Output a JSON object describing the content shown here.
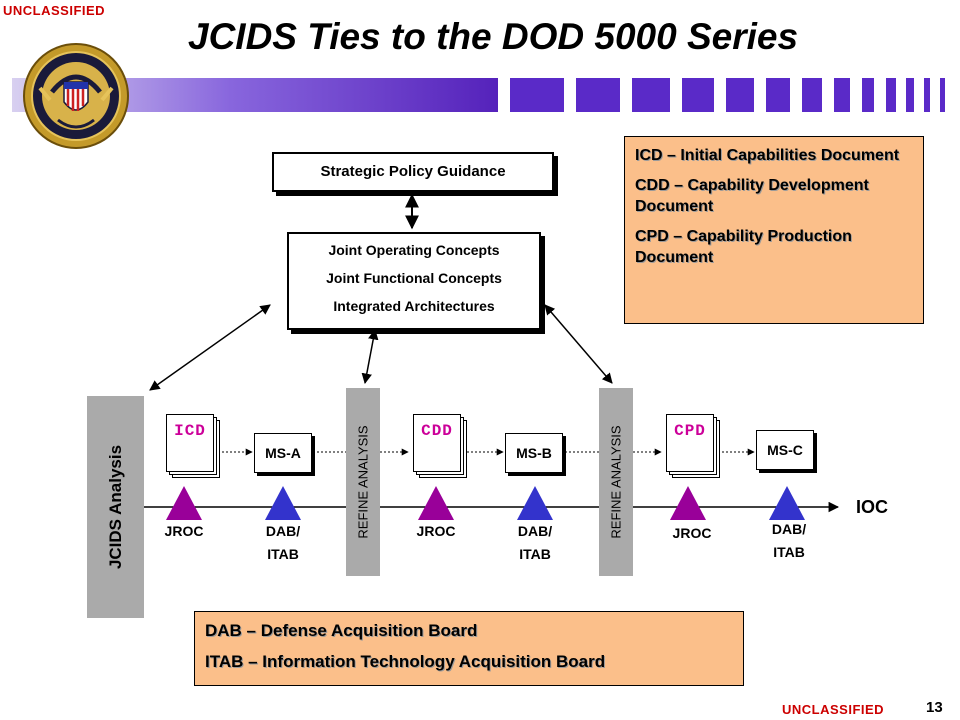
{
  "classification": {
    "top": "UNCLASSIFIED",
    "bottom": "UNCLASSIFIED"
  },
  "title": "JCIDS Ties to the DOD 5000 Series",
  "slide_number": "13",
  "logo": {
    "icon": "dod-seal-icon"
  },
  "strategic_box": {
    "label": "Strategic Policy Guidance"
  },
  "concepts_box": {
    "lines": [
      "Joint Operating Concepts",
      "Joint Functional Concepts",
      "Integrated Architectures"
    ]
  },
  "legend_top": {
    "items": [
      "ICD – Initial Capabilities Document",
      "CDD – Capability Development Document",
      "CPD – Capability Production Document"
    ]
  },
  "legend_bottom": {
    "items": [
      "DAB – Defense Acquisition Board",
      "ITAB – Information Technology Acquisition Board"
    ]
  },
  "jcids_analysis": "JCIDS Analysis",
  "refine_analysis": "REFINE ANALYSIS",
  "documents": [
    "ICD",
    "CDD",
    "CPD"
  ],
  "milestones": [
    "MS-A",
    "MS-B",
    "MS-C"
  ],
  "jroc": "JROC",
  "dab_itab": {
    "line1": "DAB/",
    "line2": "ITAB"
  },
  "ioc": "IOC",
  "colors": {
    "jroc_triangle": "#990099",
    "dab_triangle": "#3333cc",
    "doc_text": "#cc0099",
    "legend_bg": "#fbbf8a",
    "analysis_bar": "#aaaaaa",
    "banner_purple": "#6633cc"
  }
}
